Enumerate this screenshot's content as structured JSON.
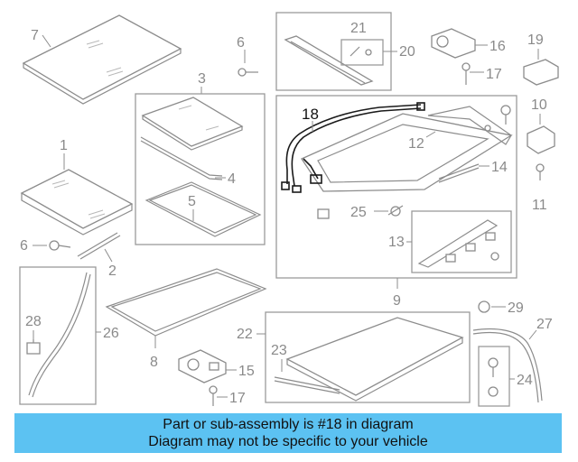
{
  "callouts": {
    "c1": "1",
    "c2": "2",
    "c3": "3",
    "c4": "4",
    "c5": "5",
    "c6a": "6",
    "c6b": "6",
    "c7": "7",
    "c8": "8",
    "c9": "9",
    "c10": "10",
    "c11": "11",
    "c12": "12",
    "c13": "13",
    "c14": "14",
    "c15": "15",
    "c16": "16",
    "c17a": "17",
    "c17b": "17",
    "c18": "18",
    "c19": "19",
    "c20": "20",
    "c21": "21",
    "c22": "22",
    "c23": "23",
    "c24": "24",
    "c25": "25",
    "c26": "26",
    "c27": "27",
    "c28": "28",
    "c29": "29"
  },
  "banner": {
    "line1": "Part or sub-assembly is #18 in diagram",
    "line2": "Diagram may not be specific to your vehicle"
  },
  "colors": {
    "banner": "#5cc2f2",
    "highlight": "#1a1a1a",
    "lineart": "#8c8c8c"
  }
}
